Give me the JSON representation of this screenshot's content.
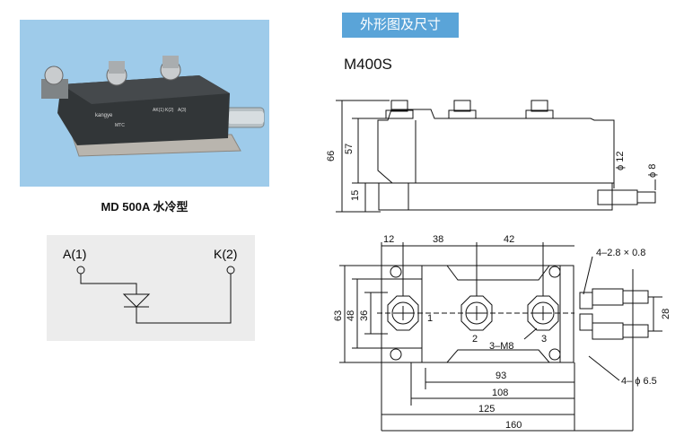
{
  "photo": {
    "caption": "MD 500A 水冷型",
    "module_brand": "kangye",
    "module_code": "MTC",
    "terminal_labels": [
      "AK(1)",
      "K(2)",
      "A(3)"
    ]
  },
  "header": {
    "title": "外形图及尺寸"
  },
  "model": {
    "label": "M400S"
  },
  "schematic": {
    "anode_label": "A(1)",
    "cathode_label": "K(2)"
  },
  "side_view": {
    "dims": {
      "total_height": "66",
      "body_height": "57",
      "base_height": "15",
      "pipe_outer": "ϕ 12",
      "pipe_inner": "ϕ 8"
    }
  },
  "top_view": {
    "dims": {
      "offset": "12",
      "pitch_1": "38",
      "pitch_2": "42",
      "slot": "4–2.8 × 0.8",
      "width_63": "63",
      "width_48": "48",
      "width_36": "36",
      "pipe_spacing": "28",
      "mount_holes": "4– ϕ 6.5",
      "len_93": "93",
      "len_108": "108",
      "len_125": "125",
      "len_160": "160"
    },
    "terminals": {
      "t1": "1",
      "t2": "2",
      "t3": "3",
      "screws": "3–M8"
    }
  },
  "colors": {
    "photo_bg": "#9ecbea",
    "header_bg": "#5aa4d8",
    "schematic_bg": "#ececec"
  }
}
